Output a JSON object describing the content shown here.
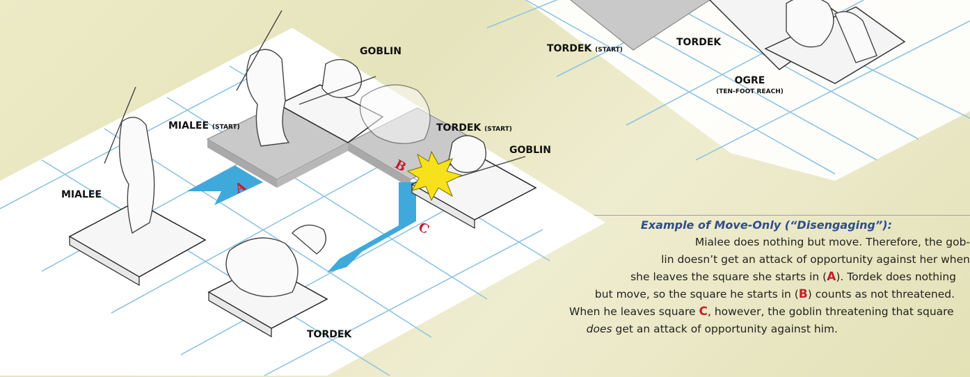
{
  "labels": {
    "goblin_top": "GOBLIN",
    "mialee_start": "MIALEE",
    "mialee_start_tag": "(START)",
    "tordek_start": "TORDEK",
    "tordek_start_tag": "(START)",
    "goblin_right": "GOBLIN",
    "mialee": "MIALEE",
    "tordek": "TORDEK",
    "tordek_right_start": "TORDEK",
    "tordek_right_start_tag": "(START)",
    "tordek_right": "TORDEK",
    "ogre": "OGRE",
    "ogre_tag": "(TEN-FOOT REACH)"
  },
  "square_letters": {
    "a": "A",
    "b": "B",
    "c": "C"
  },
  "caption": {
    "title": "Example of Move-Only (“Disengaging”):",
    "line1": "Mialee does nothing but move. Therefore, the gob-",
    "line2": "lin doesn’t get an attack of opportunity against her when",
    "line3_pre": "she leaves the square she starts in (",
    "line3_letter": "A",
    "line3_post": "). Tordek does nothing",
    "line4_pre": "but move, so the square he starts in (",
    "line4_letter": "B",
    "line4_post": ") counts as not threatened.",
    "line5_pre": "When he leaves square ",
    "line5_letter": "C",
    "line5_post": ", however, the goblin threatening that square",
    "line6_em": "does",
    "line6_post": " get an attack of opportunity against him."
  },
  "colors": {
    "grid_line": "#8fc3e2",
    "path_arrow": "#3fa9dc",
    "start_square": "#c9c9c9",
    "letter_red": "#c41e2a",
    "title_blue": "#2f4d8c",
    "burst": "#f6e11c"
  }
}
